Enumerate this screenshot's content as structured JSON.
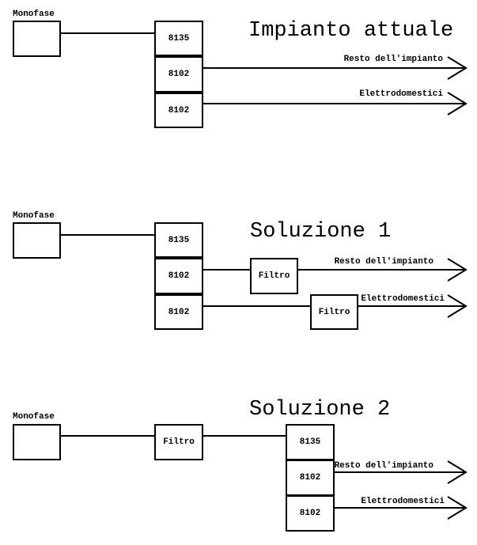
{
  "colors": {
    "background": "#ffffff",
    "line": "#000000",
    "text": "#000000"
  },
  "sections": [
    {
      "title": "Impianto attuale",
      "source": "Monofase",
      "breakers": [
        "8135",
        "8102",
        "8102"
      ],
      "outputs": [
        "Resto dell'impianto",
        "Elettrodomestici"
      ]
    },
    {
      "title": "Soluzione 1",
      "source": "Monofase",
      "breakers": [
        "8135",
        "8102",
        "8102"
      ],
      "filters": [
        "Filtro",
        "Filtro"
      ],
      "outputs": [
        "Resto dell'impianto",
        "Elettrodomestici"
      ]
    },
    {
      "title": "Soluzione 2",
      "source": "Monofase",
      "filter": "Filtro",
      "breakers": [
        "8135",
        "8102",
        "8102"
      ],
      "outputs": [
        "Resto dell'impianto",
        "Elettrodomestici"
      ]
    }
  ]
}
